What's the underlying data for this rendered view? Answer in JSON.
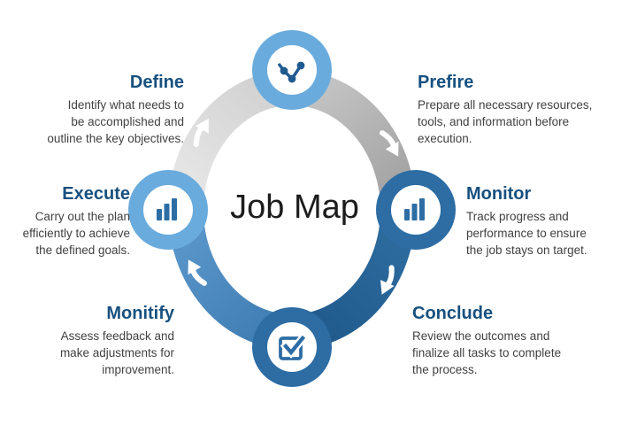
{
  "title": {
    "text": "Job Map"
  },
  "stages": [
    {
      "name": "Define",
      "lines": [
        "Identify what needs to",
        "be accomplished and",
        "outline the key objectives."
      ]
    },
    {
      "name": "Prefire",
      "lines": [
        "Prepare all necessary resources,",
        "tools, and information before",
        "execution."
      ]
    },
    {
      "name": "Monitor",
      "lines": [
        "Track progress and",
        "performance to ensure",
        "the job stays on target."
      ]
    },
    {
      "name": "Conclude",
      "lines": [
        "Review the outcomes and",
        "finalize all tasks to complete",
        "the process."
      ]
    },
    {
      "name": "Monitify",
      "lines": [
        "Assess feedback and",
        "make adjustments for",
        "improvement."
      ]
    },
    {
      "name": "Execute",
      "lines": [
        "Carry out the plan",
        "efficiently to achieve",
        "the defined goals."
      ]
    }
  ],
  "icons": {
    "top": "trend-line-icon",
    "right": "bar-chart-icon",
    "bottom": "checkbox-check-icon",
    "left": "bar-chart-icon"
  },
  "colors": {
    "stage_title_navy": "#17507f",
    "body_text_gray": "#414141",
    "center_text": "#1c1c1c",
    "node_light_blue": "#6aabdd",
    "node_dark_blue": "#2d6da4",
    "icon_navy": "#1f5a8f",
    "ring_gray_light": "#e7e7e7",
    "ring_gray_dark": "#9f9f9f",
    "ring_blue_dark_start": "#2f6ea1",
    "ring_blue_dark_end": "#1f588a",
    "ring_blue_medium_start": "#3d7bb0",
    "ring_blue_medium_end": "#5d99cd",
    "arrow_white": "#ffffff"
  }
}
